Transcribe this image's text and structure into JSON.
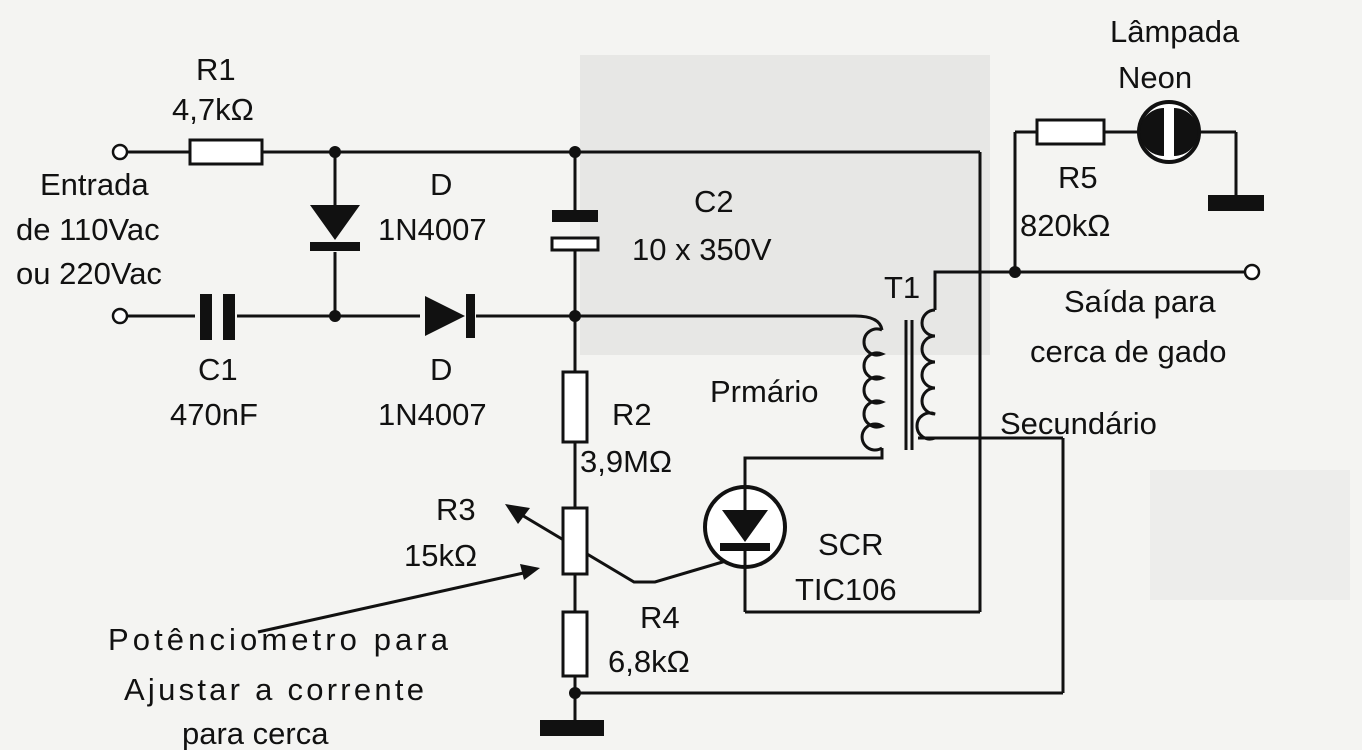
{
  "components": {
    "r1": {
      "name": "R1",
      "value": "4,7kΩ"
    },
    "d_top": {
      "name": "D",
      "value": "1N4007"
    },
    "d_bottom": {
      "name": "D",
      "value": "1N4007"
    },
    "c1": {
      "name": "C1",
      "value": "470nF"
    },
    "c2": {
      "name": "C2",
      "value": "10 x 350V"
    },
    "r2": {
      "name": "R2",
      "value": "3,9MΩ"
    },
    "r3": {
      "name": "R3",
      "value": "15kΩ"
    },
    "r4": {
      "name": "R4",
      "value": "6,8kΩ"
    },
    "r5": {
      "name": "R5",
      "value": "820kΩ"
    },
    "scr": {
      "name": "SCR",
      "value": "TIC106"
    },
    "t1": {
      "name": "T1",
      "primary": "Prmário",
      "secondary": "Secundário"
    },
    "lamp": {
      "line1": "Lâmpada",
      "line2": "Neon"
    }
  },
  "labels": {
    "input": [
      "Entrada",
      "de 110Vac",
      "ou 220Vac"
    ],
    "output": [
      "Saída para",
      "cerca de gado"
    ],
    "pot_note": [
      "Potênciometro para",
      "Ajustar a corrente",
      "para cerca"
    ]
  }
}
